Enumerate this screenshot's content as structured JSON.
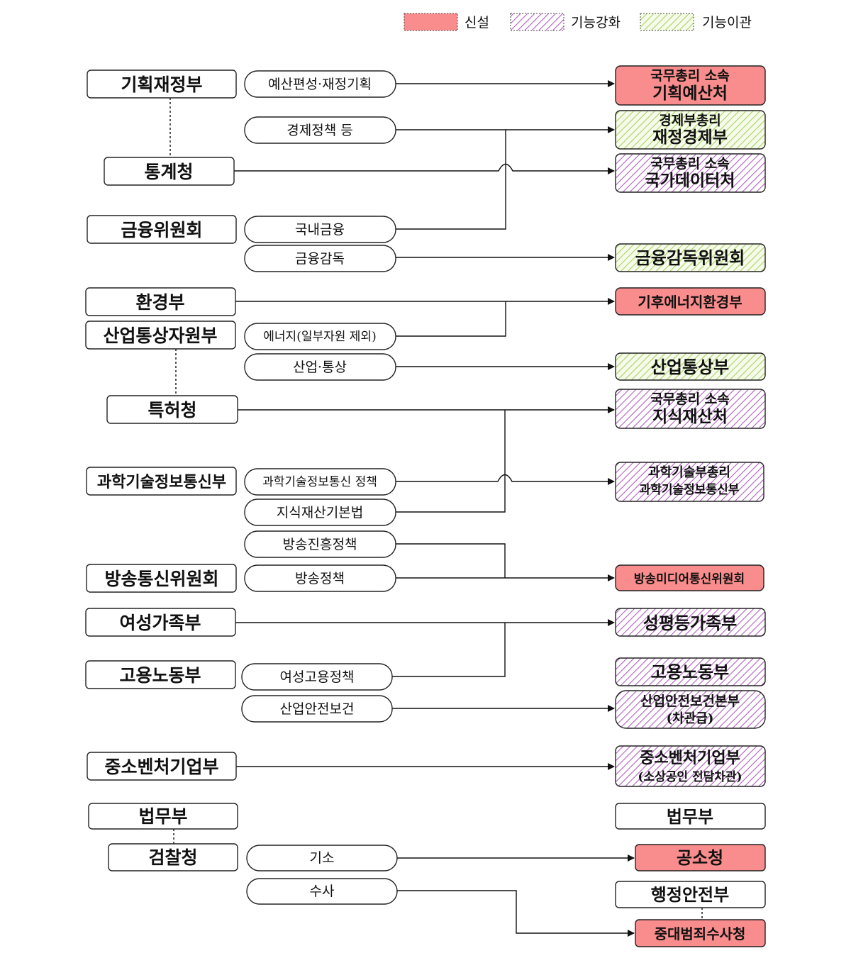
{
  "legend": {
    "new": "신설",
    "enhanced": "기능강화",
    "transferred": "기능이관"
  },
  "colors": {
    "new": "#f98c8c",
    "enhanced_hatch": "#b05fc0",
    "transferred_hatch": "#a6d46a",
    "line": "#111111"
  },
  "left": {
    "moef": "기획재정부",
    "statistics": "통계청",
    "fsc": "금융위원회",
    "env": "환경부",
    "motie": "산업통상자원부",
    "kipo": "특허청",
    "msit": "과학기술정보통신부",
    "kcc": "방송통신위원회",
    "mogef": "여성가족부",
    "moel": "고용노동부",
    "mss": "중소벤처기업부",
    "moj": "법무부",
    "prosecution": "검찰청"
  },
  "functions": {
    "budget": "예산편성·재정기획",
    "econ_policy": "경제정책 등",
    "domestic_finance": "국내금융",
    "fin_supervision": "금융감독",
    "energy": "에너지(일부자원 제외)",
    "industry_trade": "산업·통상",
    "sci_ict_policy": "과학기술정보통신 정책",
    "ip_law": "지식재산기본법",
    "broadcast_promo": "방송진흥정책",
    "broadcast_policy": "방송정책",
    "women_employment": "여성고용정책",
    "safety_health": "산업안전보건",
    "indictment": "기소",
    "investigation": "수사"
  },
  "right": {
    "budget_office": {
      "line1": "국무총리 소속",
      "line2": "기획예산처"
    },
    "mofe": {
      "line1": "경제부총리",
      "line2": "재정경제부"
    },
    "data_office": {
      "line1": "국무총리 소속",
      "line2": "국가데이터처"
    },
    "fss": "금융감독위원회",
    "climate": "기후에너지환경부",
    "mot": "산업통상부",
    "ip_office": {
      "line1": "국무총리 소속",
      "line2": "지식재산처"
    },
    "msit_new": {
      "line1": "과학기술부총리",
      "line2": "과학기술정보통신부"
    },
    "media_comm": "방송미디어통신위원회",
    "gender": "성평등가족부",
    "moel_new": "고용노동부",
    "safety_hq": {
      "line1": "산업안전보건본부",
      "line2": "(차관급)"
    },
    "mss_new": {
      "line1": "중소벤처기업부",
      "line2": "(소상공인 전담차관)"
    },
    "moj_new": "법무부",
    "indictment_office": "공소청",
    "mois": "행정안전부",
    "serious_crime": "중대범죄수사청"
  }
}
